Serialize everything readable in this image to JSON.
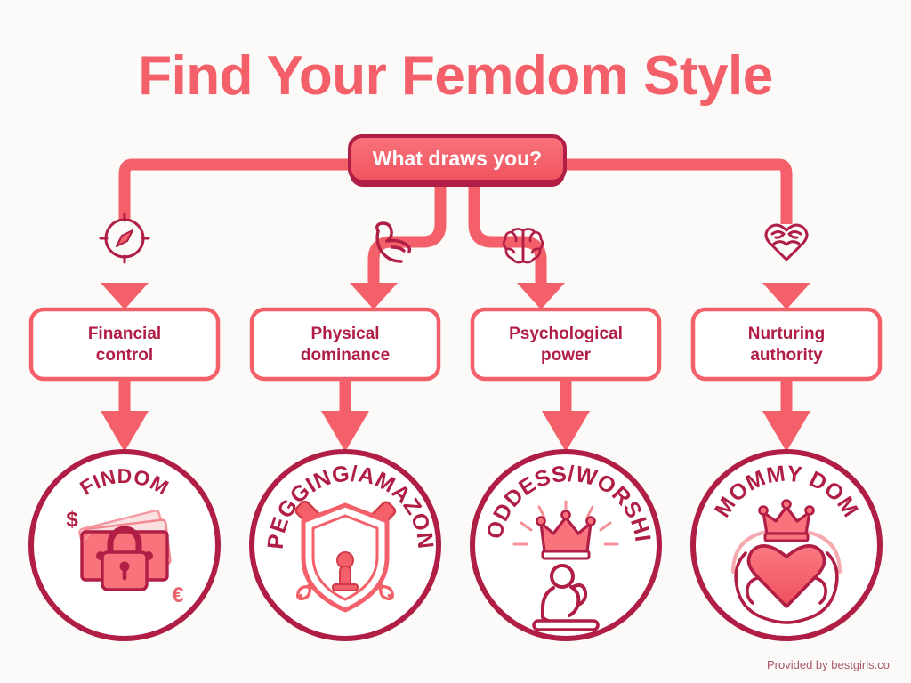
{
  "page": {
    "title": "Find Your Femdom Style",
    "background_color": "#fbfaf8",
    "footer": "Provided by bestgirls.co"
  },
  "colors": {
    "coral": "#f4606a",
    "coral_light": "#f8848c",
    "crimson": "#b01e46",
    "crimson_dark": "#9d1b3e",
    "white": "#ffffff",
    "footer_text": "#a8566a"
  },
  "root": {
    "label": "What draws you?",
    "fill": "#f4606a",
    "border": "#b01e46",
    "text_color": "#ffffff"
  },
  "branches": [
    {
      "id": "financial",
      "icon": "compass-icon",
      "label_line1": "Financial",
      "label_line2": "control",
      "outcome": "FINDOM",
      "outcome_icon": "banknote-padlock-icon",
      "outcome_symbols": [
        "$",
        "€"
      ]
    },
    {
      "id": "physical",
      "icon": "flexed-bicep-icon",
      "label_line1": "Physical",
      "label_line2": "dominance",
      "outcome": "PEGGING/AMAZON",
      "outcome_icon": "crossed-paddles-shield-icon",
      "outcome_symbols": []
    },
    {
      "id": "psychological",
      "icon": "brain-icon",
      "label_line1": "Psychological",
      "label_line2": "power",
      "outcome": "GODDESS/WORSHIP",
      "outcome_icon": "crown-kneeling-figure-icon",
      "outcome_symbols": []
    },
    {
      "id": "nurturing",
      "icon": "heart-hands-icon",
      "label_line1": "Nurturing",
      "label_line2": "authority",
      "outcome": "MOMMY DOM",
      "outcome_icon": "crowned-heart-hands-icon",
      "outcome_symbols": []
    }
  ],
  "chart_data": {
    "type": "diagram",
    "diagram_type": "decision-flowchart",
    "title": "Find Your Femdom Style",
    "root_question": "What draws you?",
    "levels": 3,
    "nodes": [
      {
        "level": 0,
        "id": "root",
        "label": "What draws you?",
        "shape": "rounded-rect-filled"
      },
      {
        "level": 1,
        "id": "financial",
        "label": "Financial control",
        "shape": "rounded-rect-outline"
      },
      {
        "level": 1,
        "id": "physical",
        "label": "Physical dominance",
        "shape": "rounded-rect-outline"
      },
      {
        "level": 1,
        "id": "psychological",
        "label": "Psychological power",
        "shape": "rounded-rect-outline"
      },
      {
        "level": 1,
        "id": "nurturing",
        "label": "Nurturing authority",
        "shape": "rounded-rect-outline"
      },
      {
        "level": 2,
        "id": "findom",
        "label": "FINDOM",
        "shape": "circle"
      },
      {
        "level": 2,
        "id": "pegging",
        "label": "PEGGING/AMAZON",
        "shape": "circle"
      },
      {
        "level": 2,
        "id": "goddess",
        "label": "GODDESS/WORSHIP",
        "shape": "circle"
      },
      {
        "level": 2,
        "id": "mommy",
        "label": "MOMMY DOM",
        "shape": "circle"
      }
    ],
    "edges": [
      {
        "from": "root",
        "to": "financial",
        "icon": "compass-icon"
      },
      {
        "from": "root",
        "to": "physical",
        "icon": "flexed-bicep-icon"
      },
      {
        "from": "root",
        "to": "psychological",
        "icon": "brain-icon"
      },
      {
        "from": "root",
        "to": "nurturing",
        "icon": "heart-hands-icon"
      },
      {
        "from": "financial",
        "to": "findom",
        "icon": null
      },
      {
        "from": "physical",
        "to": "pegging",
        "icon": null
      },
      {
        "from": "psychological",
        "to": "goddess",
        "icon": null
      },
      {
        "from": "nurturing",
        "to": "mommy",
        "icon": null
      }
    ]
  }
}
